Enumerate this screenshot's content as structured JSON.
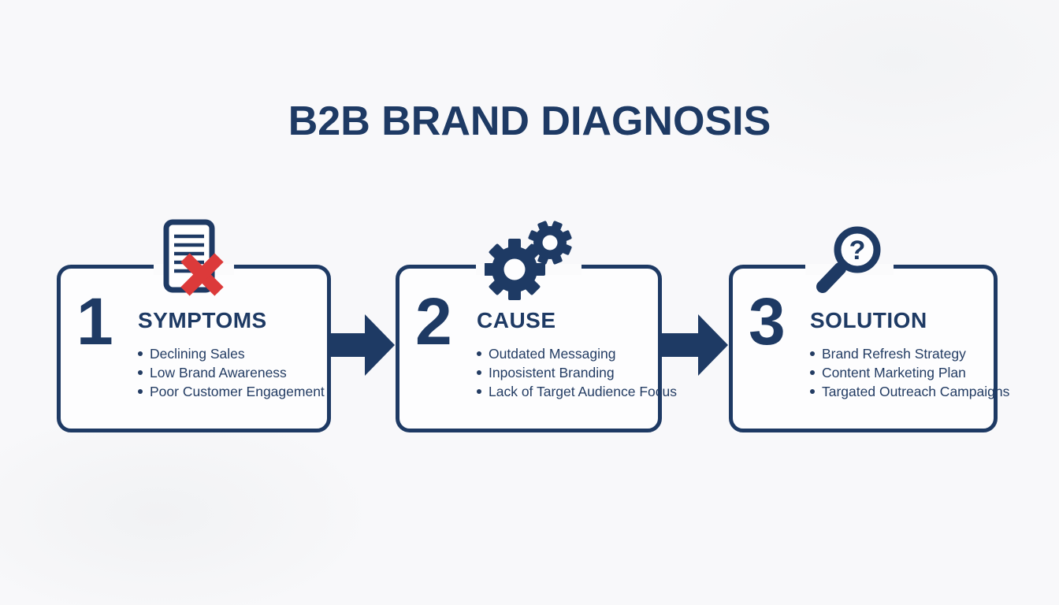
{
  "title": "B2B BRAND DIAGNOSIS",
  "colors": {
    "navy": "#1e3a64",
    "red": "#dc3a3a",
    "background": "#f8f8fa",
    "box_fill": "#fdfdfe"
  },
  "steps": [
    {
      "number": "1",
      "heading": "SYMPTOMS",
      "icon": "document-error-icon",
      "bullets": [
        "Declining Sales",
        "Low Brand Awareness",
        "Poor Customer Engagement"
      ]
    },
    {
      "number": "2",
      "heading": "CAUSE",
      "icon": "gears-icon",
      "bullets": [
        "Outdated Messaging",
        "Inposistent Branding",
        "Lack of Target Audience Focus"
      ]
    },
    {
      "number": "3",
      "heading": "SOLUTION",
      "icon": "magnifier-question-icon",
      "bullets": [
        "Brand Refresh Strategy",
        "Content Marketing Plan",
        "Targated Outreach Campaigns"
      ]
    }
  ]
}
